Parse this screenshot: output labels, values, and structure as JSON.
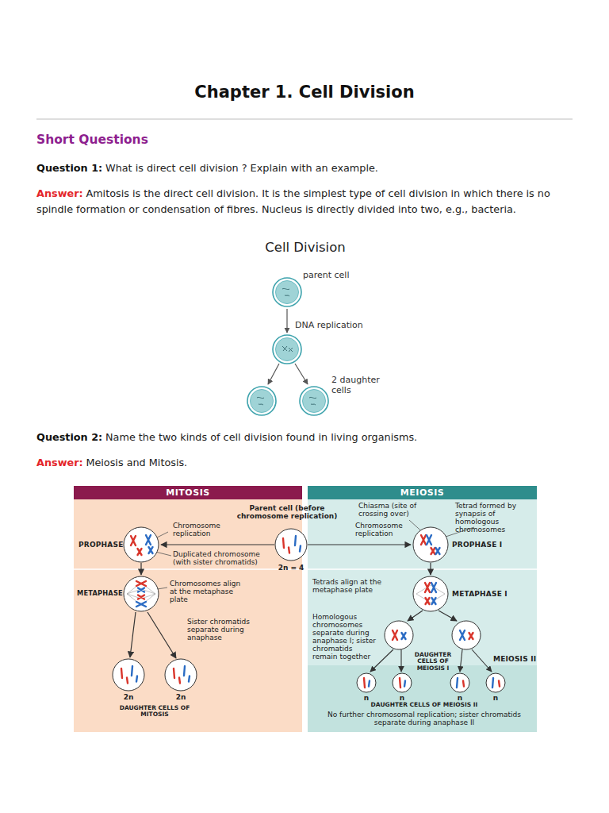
{
  "diagram": {
    "title": "Chapter 1. Cell Division",
    "nodes": [
      {
        "text": [
          "MITOSIS"
        ]
      },
      {
        "text": [
          "MEIOSIS"
        ]
      }
    ],
    "labels": [
      "Short Questions",
      "Question 1:",
      "What is direct cell division ? Explain with an example.",
      "Answer:",
      "Amitosis is the direct cell division. It is the simplest type of cell division in which there is no spindle formation or condensation of fibres. Nucleus is directly divided into two, e.g., bacteria.",
      "Cell Division",
      "parent cell",
      "DNA replication",
      "2 daughter cells",
      "Question 2:",
      "Name the two kinds of cell division found in living organisms.",
      "Answer:",
      "Meiosis and Mitosis.",
      "Parent cell (before chromosome replication)",
      "2n = 4",
      "PROPHASE",
      "Chromosome replication",
      "Duplicated chromosome (with sister chromatids)",
      "METAPHASE",
      "Chromosomes align at the metaphase plate",
      "Sister chromatids separate during anaphase",
      "2n",
      "2n",
      "DAUGHTER CELLS OF MITOSIS",
      "Chiasma (site of crossing over)",
      "Tetrad formed by synapsis of homologous chromosomes",
      "Chromosome replication",
      "PROPHASE I",
      "METAPHASE I",
      "Tetrads align at the metaphase plate",
      "Homologous chromosomes separate during anaphase I; sister chromatids remain together",
      "DAUGHTER CELLS OF MEIOSIS I",
      "MEIOSIS II",
      "n",
      "n",
      "n",
      "n",
      "DAUGHTER CELLS OF MEIOSIS II",
      "No further chromosomal replication; sister chromatids separate during anaphase II"
    ]
  }
}
